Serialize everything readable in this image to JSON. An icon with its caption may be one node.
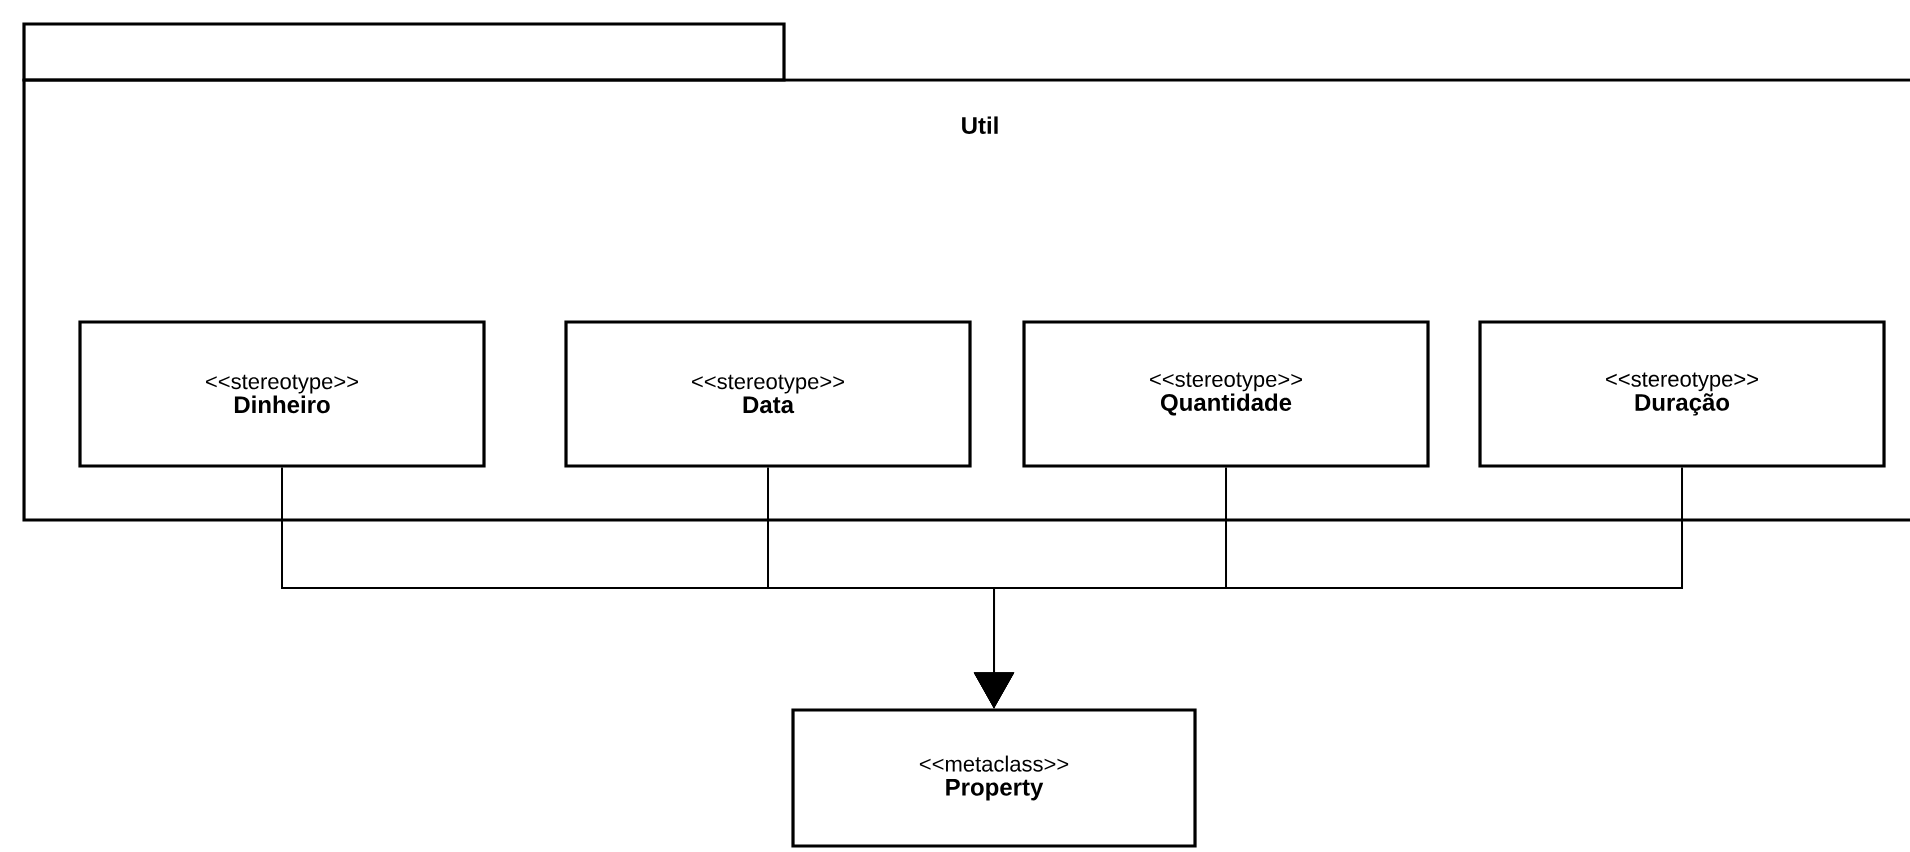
{
  "diagram": {
    "nodes": [
      {
        "text": [
          "Util"
        ]
      },
      {
        "text": [
          "<<stereotype>>",
          "Dinheiro"
        ],
        "in": 0
      },
      {
        "text": [
          "<<stereotype>>",
          "Data"
        ],
        "in": 0
      },
      {
        "text": [
          "<<stereotype>>",
          "Quantidade"
        ],
        "in": 0
      },
      {
        "text": [
          "<<stereotype>>",
          "Duração"
        ],
        "in": 0
      },
      {
        "text": [
          "<<metaclass>>",
          "Property"
        ]
      }
    ],
    "edges": [
      {
        "from": 1,
        "to": 5,
        "arrow": "to"
      },
      {
        "from": 2,
        "to": 5,
        "arrow": "to"
      },
      {
        "from": 3,
        "to": 5,
        "arrow": "to"
      },
      {
        "from": 4,
        "to": 5,
        "arrow": "to"
      }
    ]
  }
}
